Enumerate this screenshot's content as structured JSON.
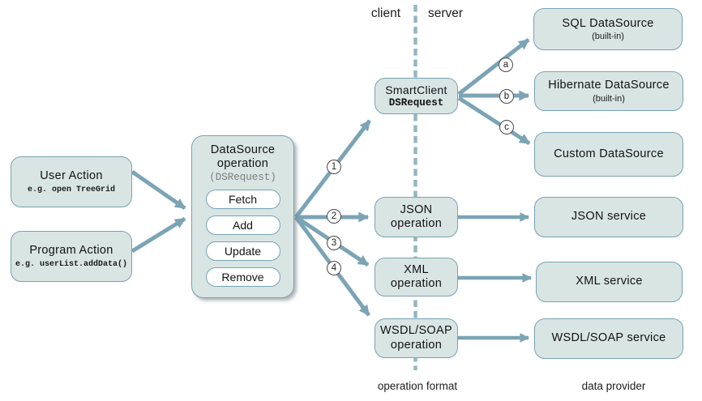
{
  "lanes": {
    "client_label": "client",
    "server_label": "server",
    "operation_format_label": "operation format",
    "data_provider_label": "data provider"
  },
  "sources": [
    {
      "title": "User Action",
      "subtitle": "e.g. open TreeGrid"
    },
    {
      "title": "Program Action",
      "subtitle": "e.g. userList.addData()"
    }
  ],
  "datasource_operation": {
    "title_line1": "DataSource",
    "title_line2": "operation",
    "subtitle": "(DSRequest)",
    "operations": [
      "Fetch",
      "Add",
      "Update",
      "Remove"
    ]
  },
  "smartclient": {
    "line1": "SmartClient",
    "line2": "DSRequest"
  },
  "operation_boxes": [
    {
      "line1": "JSON",
      "line2": "operation"
    },
    {
      "line1": "XML",
      "line2": "operation"
    },
    {
      "line1": "WSDL/SOAP",
      "line2": "operation"
    }
  ],
  "data_providers": [
    {
      "title": "SQL DataSource",
      "subtitle": "(built-in)"
    },
    {
      "title": "Hibernate DataSource",
      "subtitle": "(built-in)"
    },
    {
      "title": "Custom DataSource",
      "subtitle": ""
    },
    {
      "title": "JSON  service",
      "subtitle": ""
    },
    {
      "title": "XML service",
      "subtitle": ""
    },
    {
      "title": "WSDL/SOAP service",
      "subtitle": ""
    }
  ],
  "markers": {
    "numbers": [
      "1",
      "2",
      "3",
      "4"
    ],
    "letters": [
      "a",
      "b",
      "c"
    ]
  },
  "colors": {
    "box_fill": "#d9e5e3",
    "box_border": "#76a3b3",
    "arrow": "#7ba4b5",
    "dashed_line": "#93b7c3"
  }
}
